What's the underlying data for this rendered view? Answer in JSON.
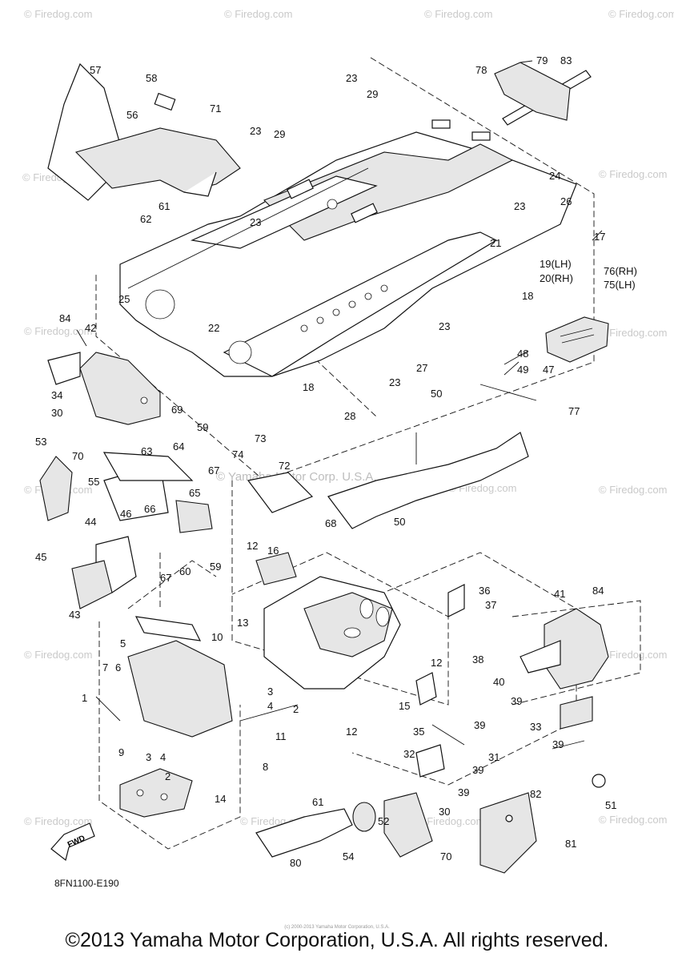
{
  "watermarks": {
    "site": "© Firedog.com",
    "center": "© Yamaha Motor Corp. U.S.A."
  },
  "labels": [
    "1",
    "2",
    "3",
    "4",
    "5",
    "6",
    "7",
    "8",
    "9",
    "10",
    "11",
    "12",
    "13",
    "14",
    "15",
    "16",
    "17",
    "18",
    "19(LH)",
    "20(RH)",
    "21",
    "22",
    "23",
    "24",
    "25",
    "26",
    "27",
    "28",
    "29",
    "30",
    "31",
    "32",
    "33",
    "34",
    "35",
    "36",
    "37",
    "38",
    "39",
    "40",
    "41",
    "42",
    "43",
    "44",
    "45",
    "46",
    "47",
    "48",
    "49",
    "50",
    "51",
    "52",
    "53",
    "54",
    "55",
    "56",
    "57",
    "58",
    "59",
    "60",
    "61",
    "62",
    "63",
    "64",
    "65",
    "66",
    "67",
    "68",
    "69",
    "70",
    "71",
    "72",
    "73",
    "74",
    "75(LH)",
    "76(RH)",
    "77",
    "78",
    "79",
    "80",
    "81",
    "82",
    "83",
    "84"
  ],
  "fwd_label": "FWD",
  "diagram_code": "8FN1100-E190",
  "fine_print": "(c) 2000-2013 Yamaha Motor Corporation, U.S.A.",
  "copyright": "©2013 Yamaha Motor Corporation, U.S.A. All rights reserved.",
  "colors": {
    "line": "#111111",
    "watermark": "#c9c9c9",
    "fill": "#e6e6e6"
  }
}
